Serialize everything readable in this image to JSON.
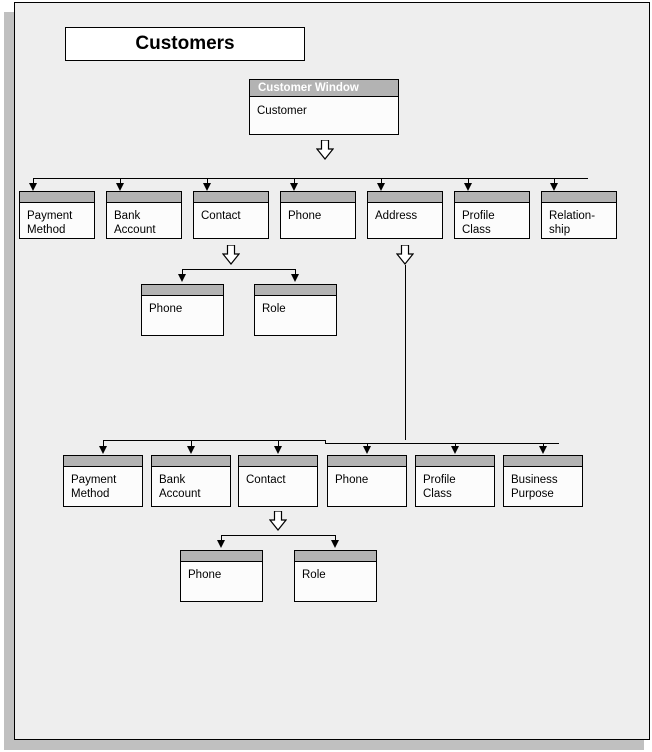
{
  "document": {
    "title": "Customers",
    "background_color": "#eeeeee",
    "frame_border_color": "#000000",
    "shadow_color": "#c0c0c0",
    "node_header_color": "#b3b3b3",
    "node_body_color": "#fcfcfc"
  },
  "diagram": {
    "type": "hierarchy-tree",
    "root": {
      "header": "Customer  Window",
      "body": "Customer"
    },
    "level1": [
      {
        "label": "Payment\nMethod"
      },
      {
        "label": "Bank\nAccount"
      },
      {
        "label": "Contact"
      },
      {
        "label": "Phone"
      },
      {
        "label": "Address"
      },
      {
        "label": "Profile\nClass"
      },
      {
        "label": "Relation-\nship"
      }
    ],
    "level2_contact_children": [
      {
        "label": "Phone"
      },
      {
        "label": "Role"
      }
    ],
    "level2_address_children": [
      {
        "label": "Payment\nMethod"
      },
      {
        "label": "Bank\nAccount"
      },
      {
        "label": "Contact"
      },
      {
        "label": "Phone"
      },
      {
        "label": "Profile\nClass"
      },
      {
        "label": "Business\nPurpose"
      }
    ],
    "level3_contact_children": [
      {
        "label": "Phone"
      },
      {
        "label": "Role"
      }
    ]
  }
}
